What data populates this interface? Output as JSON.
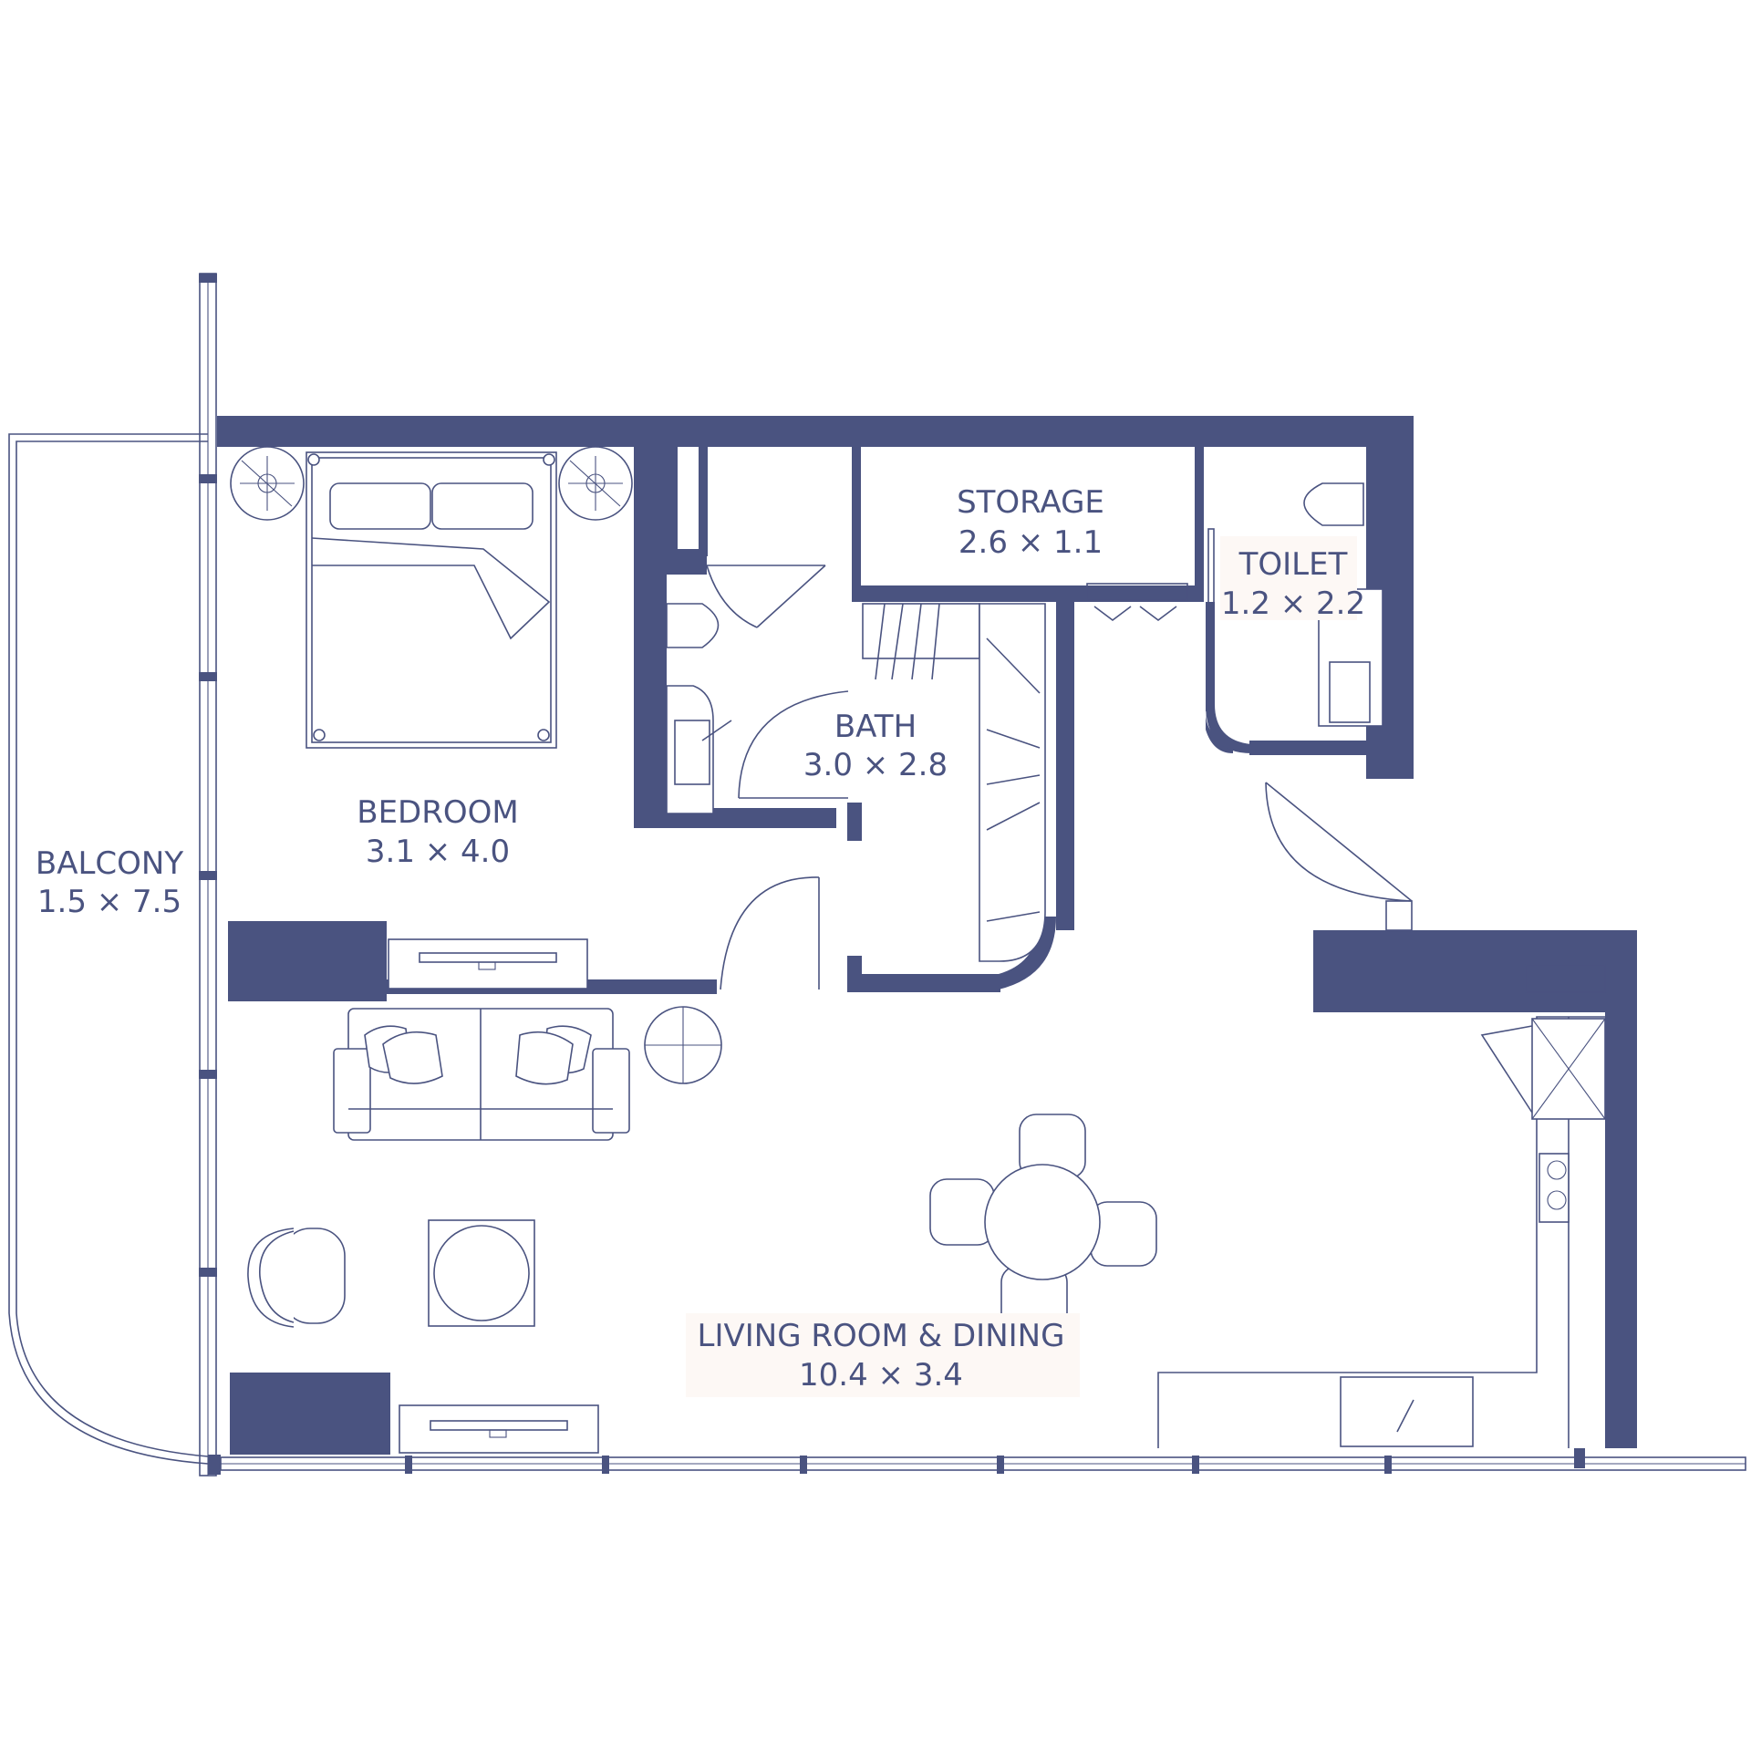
{
  "colors": {
    "wall": "#4a5380",
    "background": "#ffffff",
    "label_background": "#fdf8f5"
  },
  "rooms": {
    "storage": {
      "name": "STORAGE",
      "dims": "2.6 × 1.1"
    },
    "toilet": {
      "name": "TOILET",
      "dims": "1.2 × 2.2"
    },
    "bath": {
      "name": "BATH",
      "dims": "3.0 × 2.8"
    },
    "bedroom": {
      "name": "BEDROOM",
      "dims": "3.1 × 4.0"
    },
    "balcony": {
      "name": "BALCONY",
      "dims": "1.5 × 7.5"
    },
    "living": {
      "name": "LIVING ROOM & DINING",
      "dims": "10.4 × 3.4"
    }
  }
}
